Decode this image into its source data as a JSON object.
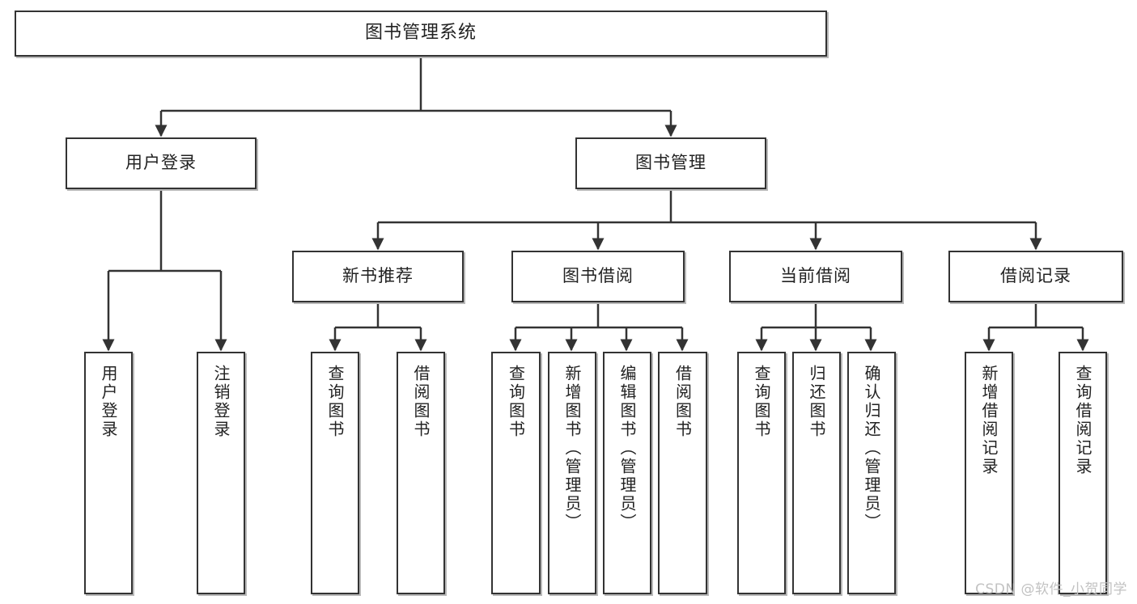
{
  "diagram": {
    "title": "图书管理系统",
    "type": "tree",
    "watermark": "CSDN @软件_小贺同学",
    "colors": {
      "box_border": "#333333",
      "box_fill": "#ffffff",
      "box_shadow": "#b8b8b8",
      "edge": "#333333",
      "text": "#222222",
      "watermark": "#c2c2c2"
    },
    "nodes": {
      "root": {
        "label": "图书管理系统"
      },
      "level2": [
        {
          "id": "user-login",
          "label": "用户登录"
        },
        {
          "id": "book-manage",
          "label": "图书管理"
        }
      ],
      "level3": [
        {
          "id": "new-book-recommend",
          "label": "新书推荐"
        },
        {
          "id": "book-borrow",
          "label": "图书借阅"
        },
        {
          "id": "current-borrow",
          "label": "当前借阅"
        },
        {
          "id": "borrow-record",
          "label": "借阅记录"
        }
      ],
      "leaves": {
        "user-login": [
          {
            "id": "leaf-user-login",
            "label": "用户登录"
          },
          {
            "id": "leaf-logout-login",
            "label": "注销登录"
          }
        ],
        "new-book-recommend": [
          {
            "id": "leaf-query-book-1",
            "label": "查询图书"
          },
          {
            "id": "leaf-borrow-book-1",
            "label": "借阅图书"
          }
        ],
        "book-borrow": [
          {
            "id": "leaf-query-book-2",
            "label": "查询图书"
          },
          {
            "id": "leaf-add-book-admin",
            "label": "新增图书（管理员）"
          },
          {
            "id": "leaf-edit-book-admin",
            "label": "编辑图书（管理员）"
          },
          {
            "id": "leaf-borrow-book-2",
            "label": "借阅图书"
          }
        ],
        "current-borrow": [
          {
            "id": "leaf-query-book-3",
            "label": "查询图书"
          },
          {
            "id": "leaf-return-book",
            "label": "归还图书"
          },
          {
            "id": "leaf-confirm-return-admin",
            "label": "确认归还（管理员）"
          }
        ],
        "borrow-record": [
          {
            "id": "leaf-add-borrow-record",
            "label": "新增借阅记录"
          },
          {
            "id": "leaf-query-borrow-record",
            "label": "查询借阅记录"
          }
        ]
      }
    }
  }
}
